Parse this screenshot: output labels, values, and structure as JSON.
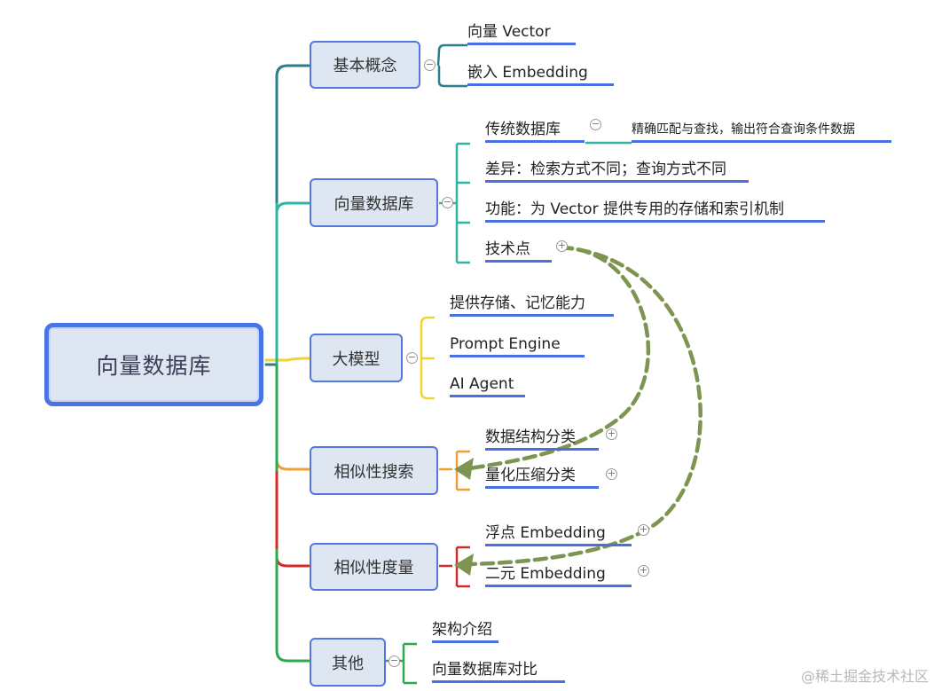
{
  "root": "向量数据库",
  "branches": {
    "basic": {
      "label": "基本概念",
      "children": [
        "向量 Vector",
        "嵌入 Embedding"
      ]
    },
    "vectordb": {
      "label": "向量数据库",
      "children": [
        "传统数据库",
        "差异：检索方式不同；查询方式不同",
        "功能：为 Vector 提供专用的存储和索引机制",
        "技术点"
      ],
      "detail": "精确匹配与查找，输出符合查询条件数据"
    },
    "llm": {
      "label": "大模型",
      "children": [
        "提供存储、记忆能力",
        "Prompt Engine",
        "AI Agent"
      ]
    },
    "search": {
      "label": "相似性搜索",
      "children": [
        "数据结构分类",
        "量化压缩分类"
      ]
    },
    "measure": {
      "label": "相似性度量",
      "children": [
        "浮点 Embedding",
        "二元 Embedding"
      ]
    },
    "other": {
      "label": "其他",
      "children": [
        "架构介绍",
        "向量数据库对比"
      ]
    }
  },
  "toggles": {
    "collapse": "−",
    "expand": "+"
  },
  "colors": {
    "basic": "#2a7f8a",
    "vectordb": "#2fb5a0",
    "llm": "#f2d22e",
    "search": "#f0a030",
    "measure": "#d42a2a",
    "other": "#2eaa4e",
    "dashed": "#7d9550",
    "node_border": "#5577dd",
    "leaf_underline": "#4a6fe0"
  },
  "watermark": "@稀土掘金技术社区"
}
